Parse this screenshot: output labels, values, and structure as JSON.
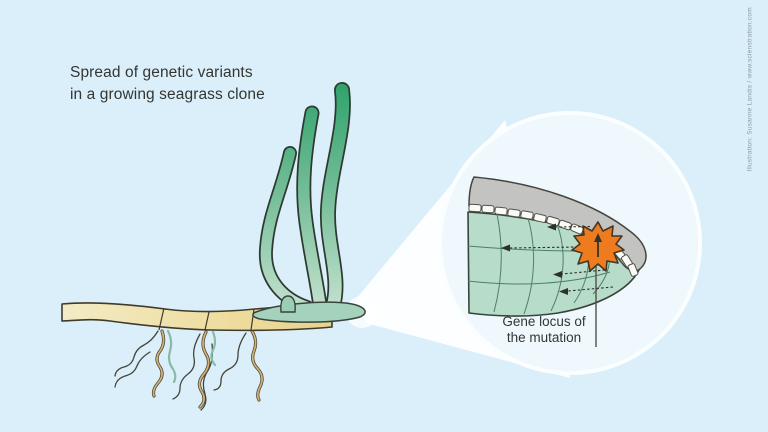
{
  "title": {
    "line1": "Spread of genetic variants",
    "line2": "in a growing seagrass clone"
  },
  "credit": "Illustration: Susanne Landis / www.scienstration.com",
  "callout": {
    "line1": "Gene locus of",
    "line2": "the mutation"
  },
  "colors": {
    "background": "#dbeffa",
    "text_dark": "#333632",
    "credit_gray": "#8b9aa6",
    "magnifier_fill": "#eff8fd",
    "beam_white": "#ffffff",
    "leaf_green_dark": "#2ba169",
    "leaf_green_light": "#c6e2d0",
    "rhizome_tan": "#e9d18d",
    "rhizome_tip_green": "#a5d2bc",
    "meristem_cell_green": "#b7dcc9",
    "meristem_grid_green": "#4e7f6b",
    "cap_gray": "#c3c3c1",
    "epidermal_cell_white": "#fafaf6",
    "mutation_orange": "#ee7c1e",
    "outline_dark": "#3a4038"
  }
}
